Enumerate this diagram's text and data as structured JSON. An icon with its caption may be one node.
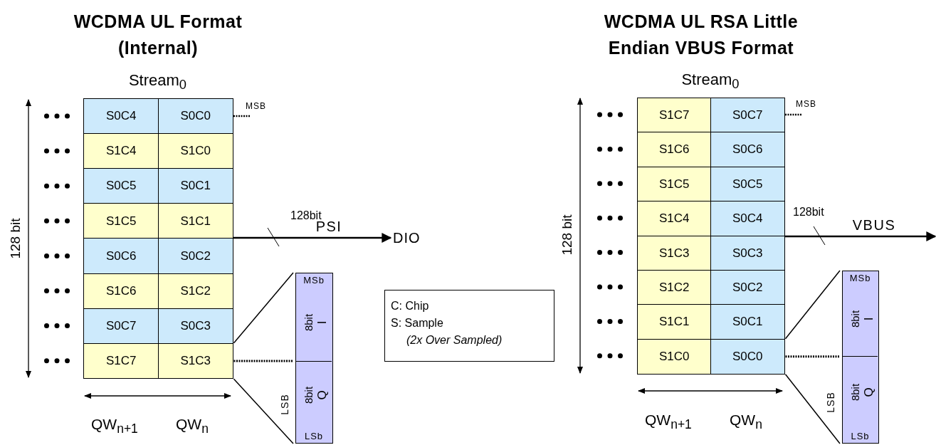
{
  "diagram": {
    "nodes": [
      {
        "text": [
          "Stream$_{0}$"
        ]
      },
      {
        "text": [
          "S0C4"
        ],
        "in": 0
      },
      {
        "text": [
          "S0C0"
        ],
        "in": 0
      },
      {
        "text": [
          "S1C4"
        ],
        "in": 0
      },
      {
        "text": [
          "S1C0"
        ],
        "in": 0
      },
      {
        "text": [
          "S0C5"
        ],
        "in": 0
      },
      {
        "text": [
          "S0C1"
        ],
        "in": 0
      },
      {
        "text": [
          "S1C5"
        ],
        "in": 0
      },
      {
        "text": [
          "S1C1"
        ],
        "in": 0
      },
      {
        "text": [
          "S0C6"
        ],
        "in": 0
      },
      {
        "text": [
          "S0C2"
        ],
        "in": 0
      },
      {
        "text": [
          "S1C6"
        ],
        "in": 0
      },
      {
        "text": [
          "S1C2"
        ],
        "in": 0
      },
      {
        "text": [
          "S0C7"
        ],
        "in": 0
      },
      {
        "text": [
          "S0C3"
        ],
        "in": 0
      },
      {
        "text": [
          "S1C7"
        ],
        "in": 0
      },
      {
        "text": [
          "S1C3"
        ],
        "in": 0
      },
      {
        "text": [
          "DIO"
        ]
      },
      {
        "text": [],
        "shape": "bar"
      },
      {
        "text": [
          "MSb",
          "8bit",
          "I"
        ],
        "in": 18
      },
      {
        "text": [
          "8bit",
          "Q",
          "LSb"
        ],
        "in": 18,
        "beside": [
          "LSB"
        ]
      },
      {
        "text": [
          "C: Chip",
          "S: Sample",
          "(2x Over Sampled)"
        ]
      },
      {
        "text": [
          "Stream$_{0}$"
        ]
      },
      {
        "text": [
          "S1C7"
        ],
        "in": 22
      },
      {
        "text": [
          "S0C7"
        ],
        "in": 22
      },
      {
        "text": [
          "S1C6"
        ],
        "in": 22
      },
      {
        "text": [
          "S0C6"
        ],
        "in": 22
      },
      {
        "text": [
          "S1C5"
        ],
        "in": 22
      },
      {
        "text": [
          "S0C5"
        ],
        "in": 22
      },
      {
        "text": [
          "S1C4"
        ],
        "in": 22
      },
      {
        "text": [
          "S0C4"
        ],
        "in": 22
      },
      {
        "text": [
          "S1C3"
        ],
        "in": 22
      },
      {
        "text": [
          "S0C3"
        ],
        "in": 22
      },
      {
        "text": [
          "S1C2"
        ],
        "in": 22
      },
      {
        "text": [
          "S0C2"
        ],
        "in": 22
      },
      {
        "text": [
          "S1C1"
        ],
        "in": 22
      },
      {
        "text": [
          "S0C1"
        ],
        "in": 22
      },
      {
        "text": [
          "S1C0"
        ],
        "in": 22
      },
      {
        "text": [
          "S0C0"
        ],
        "in": 22
      },
      {
        "text": [],
        "shape": "bar"
      },
      {
        "text": [
          "MSb",
          "8bit",
          "I"
        ],
        "in": 39
      },
      {
        "text": [
          "8bit",
          "Q",
          "LSb"
        ],
        "in": 39,
        "beside": [
          "LSB"
        ]
      }
    ],
    "edges": [
      {
        "from": 0,
        "to": 17,
        "arrow": "to",
        "label": "PSI"
      },
      {
        "from": 16,
        "to": 18,
        "arrow": "none"
      },
      {
        "from": 16,
        "to": 18,
        "arrow": "none"
      },
      {
        "from": 16,
        "to": 18,
        "arrow": "none",
        "style": "dashed"
      },
      {
        "from": 22,
        "to": null,
        "arrow": "to",
        "label": "VBUS"
      },
      {
        "from": 38,
        "to": 39,
        "arrow": "none"
      },
      {
        "from": 38,
        "to": 39,
        "arrow": "none"
      },
      {
        "from": 38,
        "to": 39,
        "arrow": "none",
        "style": "dashed"
      }
    ],
    "labels": [
      "WCDMA UL Format (Internal)",
      "128 bit",
      "MSB",
      "128bit",
      "QW$_{n+1}$",
      "QW$_{n}$",
      "WCDMA UL RSA Little Endian VBUS Format",
      "128 bit",
      "MSB",
      "128bit",
      "QW$_{n+1}$",
      "QW$_{n}$"
    ]
  }
}
